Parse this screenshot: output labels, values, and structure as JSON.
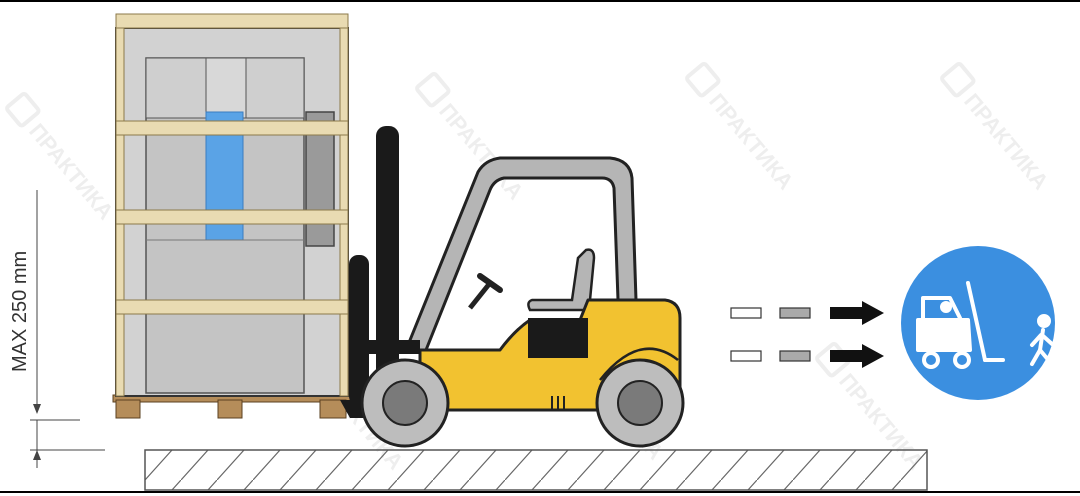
{
  "dimension": {
    "label": "MAX 250 mm"
  },
  "watermark": {
    "text": "ПРАКТИКА"
  },
  "sign": {
    "name": "forklift-pedestrian-separation-sign",
    "color": "#3b8fe0"
  },
  "colors": {
    "forklift_body": "#f2c230",
    "cabin_frame": "#b5b5b5",
    "pallet_wood": "#b58d5a",
    "strap": "#e9dbb2",
    "crate_body": "#d2d2d2",
    "product_accent": "#5aa3e6",
    "tire": "#bdbdbd",
    "floor_hatch": "#666666"
  },
  "motion_arrows": {
    "rows": 2,
    "direction": "right"
  }
}
